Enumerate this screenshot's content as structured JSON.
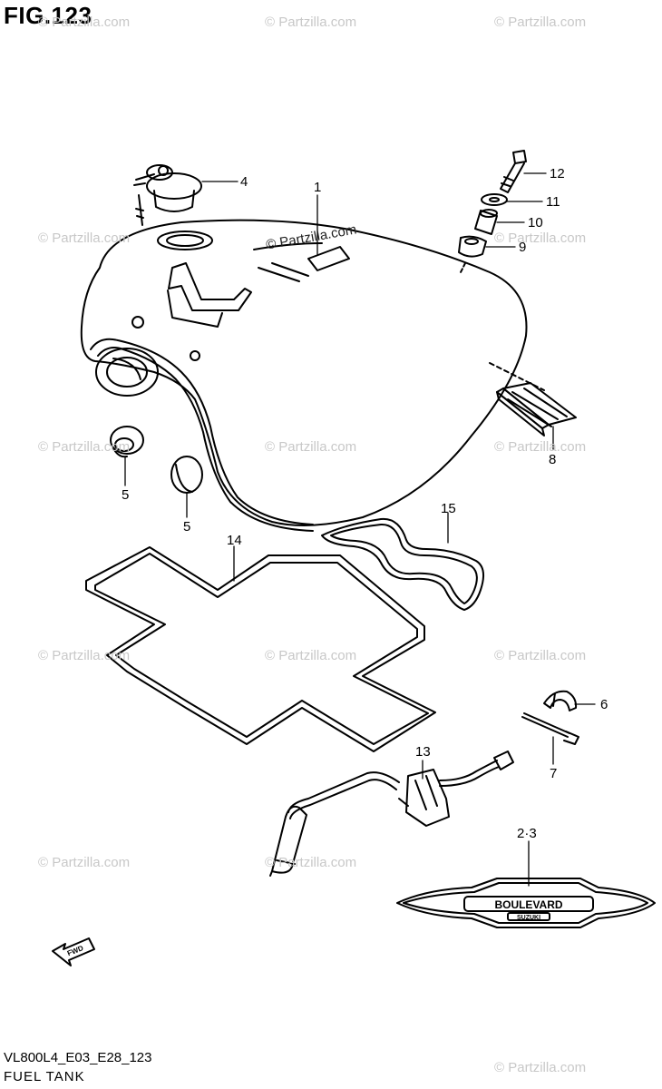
{
  "figure": {
    "title": "FIG.123"
  },
  "watermark": {
    "text": "© Partzilla.com",
    "main_text": "© Partzilla.com"
  },
  "callouts": [
    {
      "id": "1",
      "label": "1"
    },
    {
      "id": "2-3",
      "label": "2·3"
    },
    {
      "id": "4",
      "label": "4"
    },
    {
      "id": "5a",
      "label": "5"
    },
    {
      "id": "5b",
      "label": "5"
    },
    {
      "id": "6",
      "label": "6"
    },
    {
      "id": "7",
      "label": "7"
    },
    {
      "id": "8",
      "label": "8"
    },
    {
      "id": "9",
      "label": "9"
    },
    {
      "id": "10",
      "label": "10"
    },
    {
      "id": "11",
      "label": "11"
    },
    {
      "id": "12",
      "label": "12"
    },
    {
      "id": "13",
      "label": "13"
    },
    {
      "id": "14",
      "label": "14"
    },
    {
      "id": "15",
      "label": "15"
    }
  ],
  "emblem": {
    "brand": "BOULEVARD",
    "maker": "SUZUKI"
  },
  "fwd_arrow": {
    "label": "FWD"
  },
  "footer": {
    "code": "VL800L4_E03_E28_123",
    "name": "FUEL TANK"
  }
}
